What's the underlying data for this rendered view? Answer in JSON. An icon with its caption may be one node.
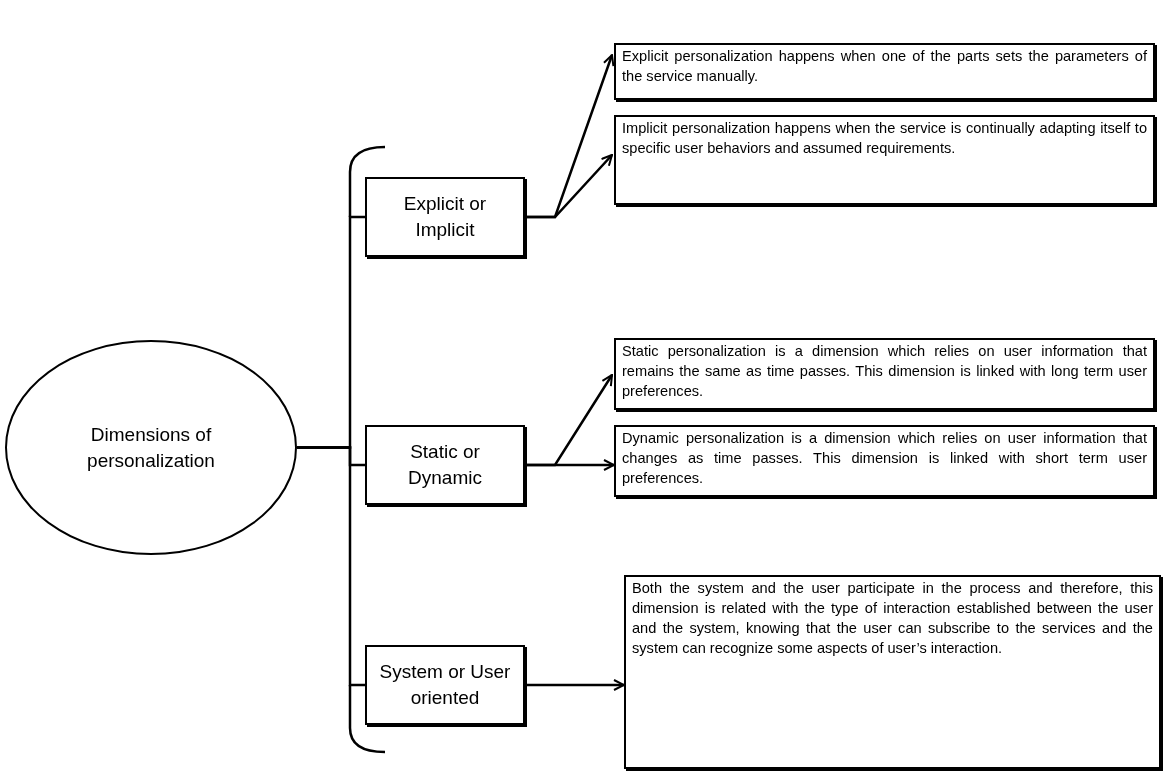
{
  "diagram": {
    "nodes": [
      {
        "text": [
          "Dimensions of personalization"
        ]
      },
      {
        "text": [
          "Explicit or Implicit"
        ]
      },
      {
        "text": [
          "Static or Dynamic"
        ]
      },
      {
        "text": [
          "System or User oriented"
        ]
      },
      {
        "text": [
          "Explicit personalization happens when one of the parts sets the parameters of the service manually."
        ]
      },
      {
        "text": [
          "Implicit personalization happens when the service is continually adapting itself to specific user behaviors and assumed requirements."
        ]
      },
      {
        "text": [
          "Static personalization is a dimension which relies on user information that remains the same as time passes. This dimension is linked with long term user preferences."
        ]
      },
      {
        "text": [
          "Dynamic personalization is a dimension which relies on user information that changes as time passes. This dimension is linked with short term user preferences."
        ]
      },
      {
        "text": [
          "Both the system and the user participate in the process and therefore, this dimension is related with the type of interaction established between the user and the system, knowing that the user can subscribe to the services and the system can recognize some aspects of user’s interaction."
        ]
      }
    ],
    "edges": [
      {
        "from": 0,
        "to": 1,
        "arrow": "none"
      },
      {
        "from": 0,
        "to": 2,
        "arrow": "none"
      },
      {
        "from": 0,
        "to": 3,
        "arrow": "none"
      },
      {
        "from": 1,
        "to": 4,
        "arrow": "to"
      },
      {
        "from": 1,
        "to": 5,
        "arrow": "to"
      },
      {
        "from": 2,
        "to": 6,
        "arrow": "to"
      },
      {
        "from": 2,
        "to": 7,
        "arrow": "to"
      },
      {
        "from": 3,
        "to": 8,
        "arrow": "to"
      }
    ]
  }
}
